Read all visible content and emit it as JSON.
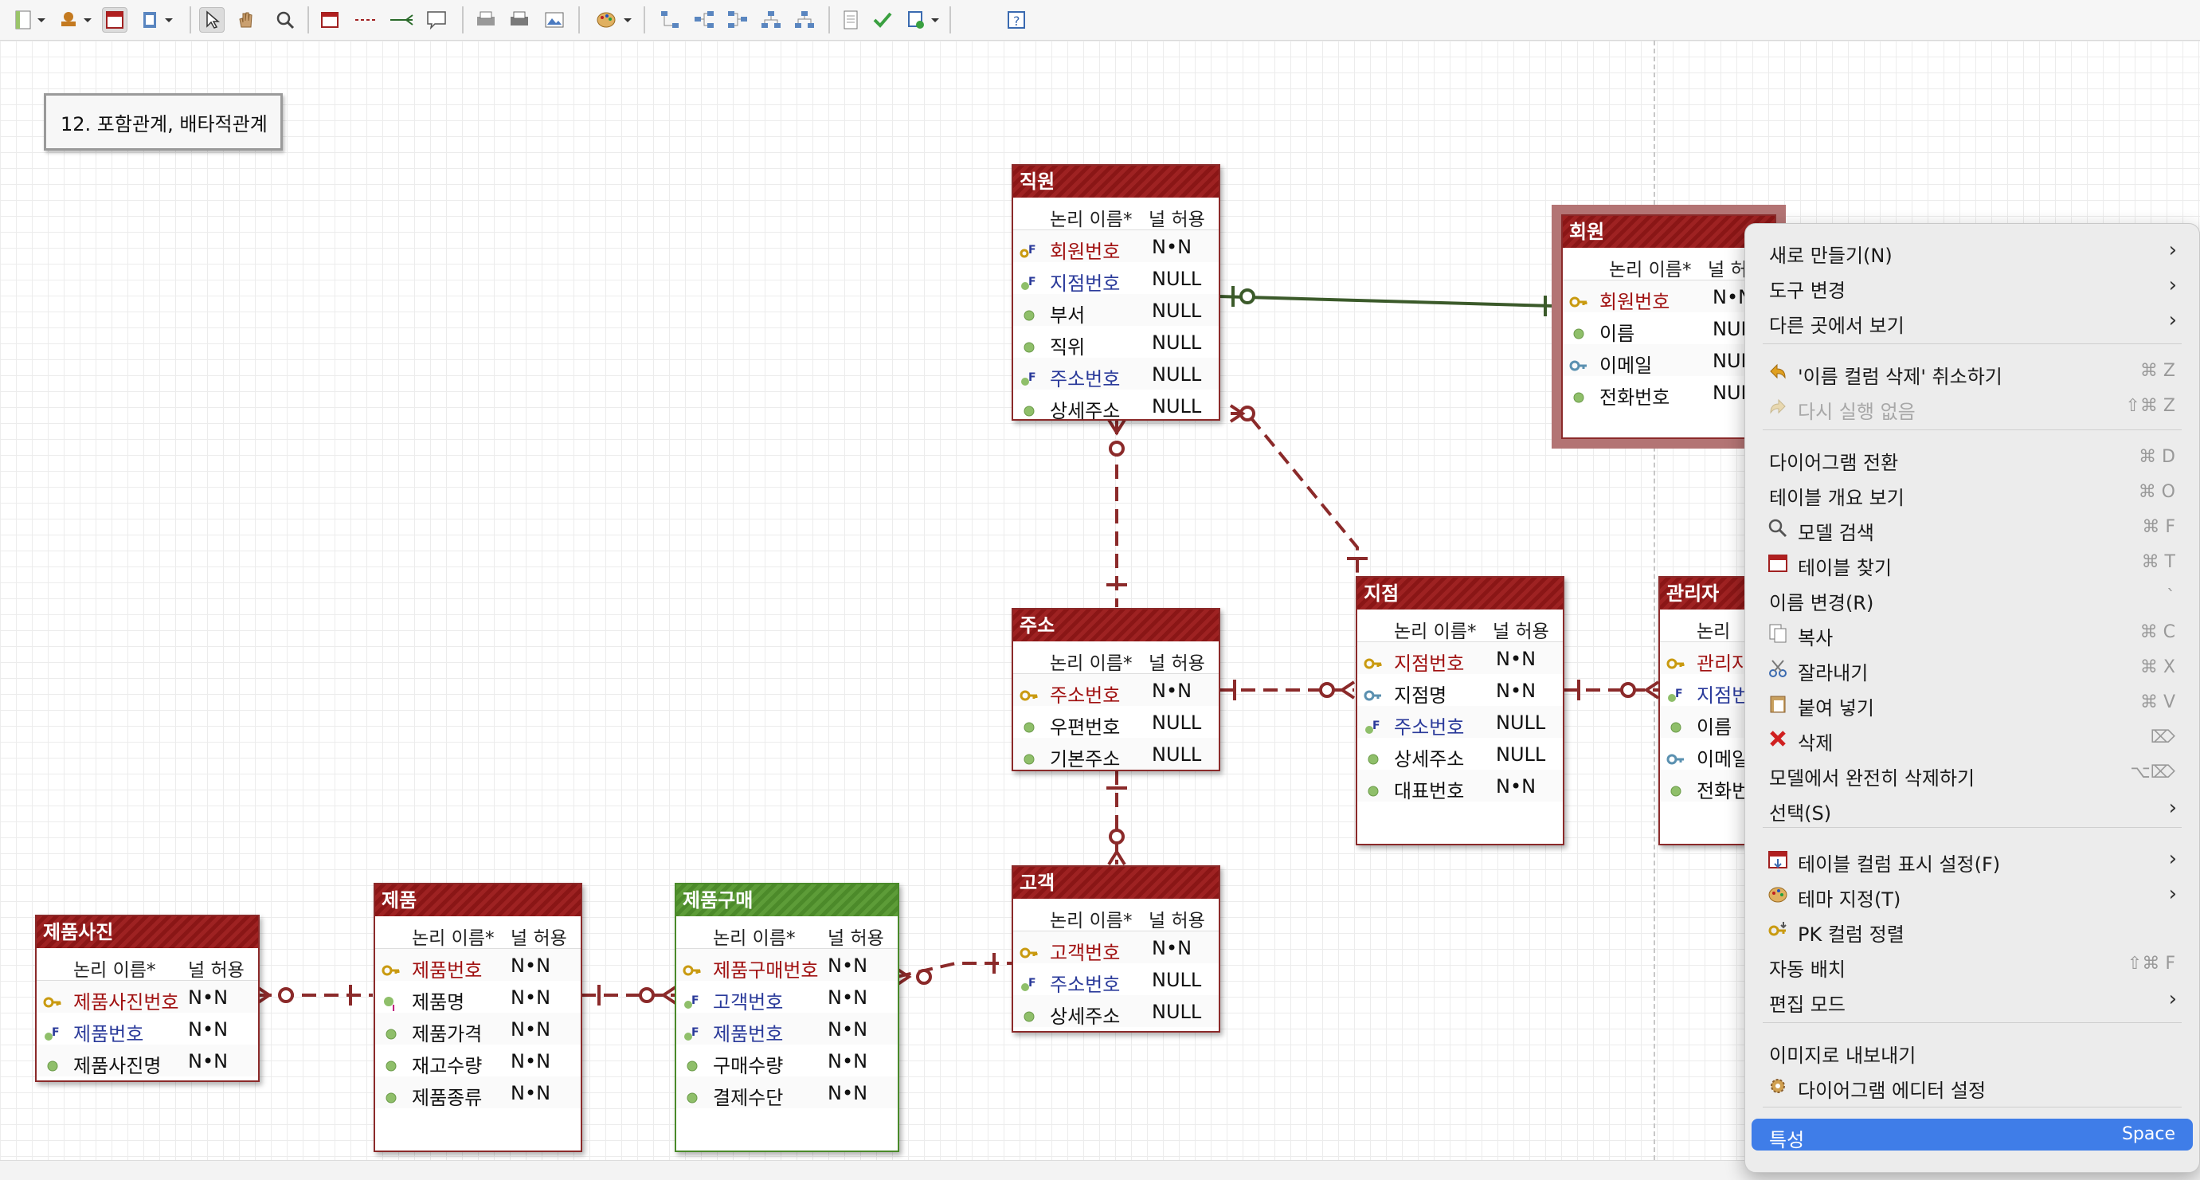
{
  "toolbar": {
    "icons": [
      "new-diagram-icon",
      "dropdown-arrow",
      "stamp-icon",
      "dropdown-arrow",
      "table-view-icon",
      "clipboard-icon",
      "dropdown-arrow",
      "select-pointer-icon",
      "hand-icon",
      "zoom-icon",
      "new-table-icon",
      "relation-icon",
      "relation-arrow-icon",
      "comment-icon",
      "print-preview-icon",
      "print-icon",
      "image-icon",
      "theme-palette-icon",
      "dropdown-arrow",
      "layout-1-icon",
      "layout-2-icon",
      "layout-3-icon",
      "layout-4-icon",
      "layout-5-icon",
      "document-icon",
      "check-icon",
      "export-icon",
      "dropdown-arrow",
      "help-icon"
    ]
  },
  "note": {
    "text": "12. 포함관계, 배타적관계"
  },
  "columns_header": {
    "logical": "논리 이름*",
    "nullable": "널 허용"
  },
  "entities": {
    "employee": {
      "title": "직원",
      "rows": [
        {
          "kind": "pkfk",
          "name": "회원번호",
          "null": "N•N"
        },
        {
          "kind": "fk",
          "name": "지점번호",
          "null": "NULL"
        },
        {
          "kind": "attr",
          "name": "부서",
          "null": "NULL"
        },
        {
          "kind": "attr",
          "name": "직위",
          "null": "NULL"
        },
        {
          "kind": "fk",
          "name": "주소번호",
          "null": "NULL"
        },
        {
          "kind": "attr",
          "name": "상세주소",
          "null": "NULL"
        }
      ]
    },
    "member": {
      "title": "회원",
      "rows": [
        {
          "kind": "pk",
          "name": "회원번호",
          "null": "N•N"
        },
        {
          "kind": "attr",
          "name": "이름",
          "null": "NULL"
        },
        {
          "kind": "ak",
          "name": "이메일",
          "null": "NULL"
        },
        {
          "kind": "attr",
          "name": "전화번호",
          "null": "NULL"
        }
      ]
    },
    "address": {
      "title": "주소",
      "rows": [
        {
          "kind": "pk",
          "name": "주소번호",
          "null": "N•N"
        },
        {
          "kind": "attr",
          "name": "우편번호",
          "null": "NULL"
        },
        {
          "kind": "attr",
          "name": "기본주소",
          "null": "NULL"
        }
      ]
    },
    "branch": {
      "title": "지점",
      "rows": [
        {
          "kind": "pk",
          "name": "지점번호",
          "null": "N•N"
        },
        {
          "kind": "ak",
          "name": "지점명",
          "null": "N•N"
        },
        {
          "kind": "fk",
          "name": "주소번호",
          "null": "NULL"
        },
        {
          "kind": "attr",
          "name": "상세주소",
          "null": "NULL"
        },
        {
          "kind": "attr",
          "name": "대표번호",
          "null": "N•N"
        }
      ]
    },
    "admin": {
      "title": "관리자",
      "rows": [
        {
          "kind": "pk",
          "name": "관리자",
          "null": ""
        },
        {
          "kind": "fk",
          "name": "지점번",
          "null": ""
        },
        {
          "kind": "attr",
          "name": "이름",
          "null": ""
        },
        {
          "kind": "ak",
          "name": "이메일",
          "null": ""
        },
        {
          "kind": "attr",
          "name": "전화번",
          "null": ""
        }
      ]
    },
    "customer": {
      "title": "고객",
      "rows": [
        {
          "kind": "pk",
          "name": "고객번호",
          "null": "N•N"
        },
        {
          "kind": "fk",
          "name": "주소번호",
          "null": "NULL"
        },
        {
          "kind": "attr",
          "name": "상세주소",
          "null": "NULL"
        }
      ]
    },
    "photo": {
      "title": "제품사진",
      "rows": [
        {
          "kind": "pk",
          "name": "제품사진번호",
          "null": "N•N"
        },
        {
          "kind": "fk",
          "name": "제품번호",
          "null": "N•N"
        },
        {
          "kind": "attr",
          "name": "제품사진명",
          "null": "N•N"
        }
      ]
    },
    "product": {
      "title": "제품",
      "rows": [
        {
          "kind": "pk",
          "name": "제품번호",
          "null": "N•N"
        },
        {
          "kind": "idx",
          "name": "제품명",
          "null": "N•N"
        },
        {
          "kind": "attr",
          "name": "제품가격",
          "null": "N•N"
        },
        {
          "kind": "attr",
          "name": "재고수량",
          "null": "N•N"
        },
        {
          "kind": "attr",
          "name": "제품종류",
          "null": "N•N"
        }
      ]
    },
    "purchase": {
      "title": "제품구매",
      "rows": [
        {
          "kind": "pk",
          "name": "제품구매번호",
          "null": "N•N"
        },
        {
          "kind": "fk",
          "name": "고객번호",
          "null": "N•N"
        },
        {
          "kind": "fk",
          "name": "제품번호",
          "null": "N•N"
        },
        {
          "kind": "attr",
          "name": "구매수량",
          "null": "N•N"
        },
        {
          "kind": "attr",
          "name": "결제수단",
          "null": "N•N"
        }
      ]
    }
  },
  "context_menu": {
    "items": [
      {
        "label": "새로 만들기(N)",
        "shortcut": "",
        "submenu": true,
        "icon": ""
      },
      {
        "label": "도구 변경",
        "shortcut": "",
        "submenu": true,
        "icon": ""
      },
      {
        "label": "다른 곳에서 보기",
        "shortcut": "",
        "submenu": true,
        "icon": ""
      },
      {
        "label": "'이름 컬럼 삭제' 취소하기",
        "shortcut": "⌘ Z",
        "submenu": false,
        "icon": "undo-icon"
      },
      {
        "label": "다시 실행 없음",
        "shortcut": "⇧⌘ Z",
        "submenu": false,
        "icon": "redo-icon",
        "disabled": true
      },
      {
        "label": "다이어그램 전환",
        "shortcut": "⌘ D",
        "submenu": false,
        "icon": ""
      },
      {
        "label": "테이블 개요 보기",
        "shortcut": "⌘ O",
        "submenu": false,
        "icon": ""
      },
      {
        "label": "모델 검색",
        "shortcut": "⌘ F",
        "submenu": false,
        "icon": "search-icon"
      },
      {
        "label": "테이블 찾기",
        "shortcut": "⌘ T",
        "submenu": false,
        "icon": "table-icon"
      },
      {
        "label": "이름 변경(R)",
        "shortcut": "`",
        "submenu": false,
        "icon": ""
      },
      {
        "label": "복사",
        "shortcut": "⌘ C",
        "submenu": false,
        "icon": "copy-icon"
      },
      {
        "label": "잘라내기",
        "shortcut": "⌘ X",
        "submenu": false,
        "icon": "scissors-icon"
      },
      {
        "label": "붙여 넣기",
        "shortcut": "⌘ V",
        "submenu": false,
        "icon": "paste-icon"
      },
      {
        "label": "삭제",
        "shortcut": "⌦",
        "submenu": false,
        "icon": "delete-icon"
      },
      {
        "label": "모델에서 완전히 삭제하기",
        "shortcut": "⌥⌦",
        "submenu": false,
        "icon": ""
      },
      {
        "label": "선택(S)",
        "shortcut": "",
        "submenu": true,
        "icon": ""
      },
      {
        "label": "테이블 컬럼 표시 설정(F)",
        "shortcut": "",
        "submenu": true,
        "icon": "column-settings-icon"
      },
      {
        "label": "테마 지정(T)",
        "shortcut": "",
        "submenu": true,
        "icon": "theme-palette-icon"
      },
      {
        "label": "PK 컬럼 정렬",
        "shortcut": "",
        "submenu": false,
        "icon": "key-sort-icon"
      },
      {
        "label": "자동 배치",
        "shortcut": "⇧⌘ F",
        "submenu": false,
        "icon": ""
      },
      {
        "label": "편집 모드",
        "shortcut": "",
        "submenu": true,
        "icon": ""
      },
      {
        "label": "이미지로 내보내기",
        "shortcut": "",
        "submenu": false,
        "icon": ""
      },
      {
        "label": "다이어그램 에디터 설정",
        "shortcut": "",
        "submenu": false,
        "icon": "gear-icon"
      },
      {
        "label": "특성",
        "shortcut": "Space",
        "submenu": false,
        "icon": "",
        "highlighted": true
      }
    ]
  },
  "colors": {
    "entity_border": "#8b2a2a",
    "entity_title": "#9e2222",
    "entity_green": "#4c8a2a",
    "relation_line": "#8b2a2a",
    "relation_line_alt": "#3b5a2a",
    "menu_highlight": "#3f7de8"
  }
}
